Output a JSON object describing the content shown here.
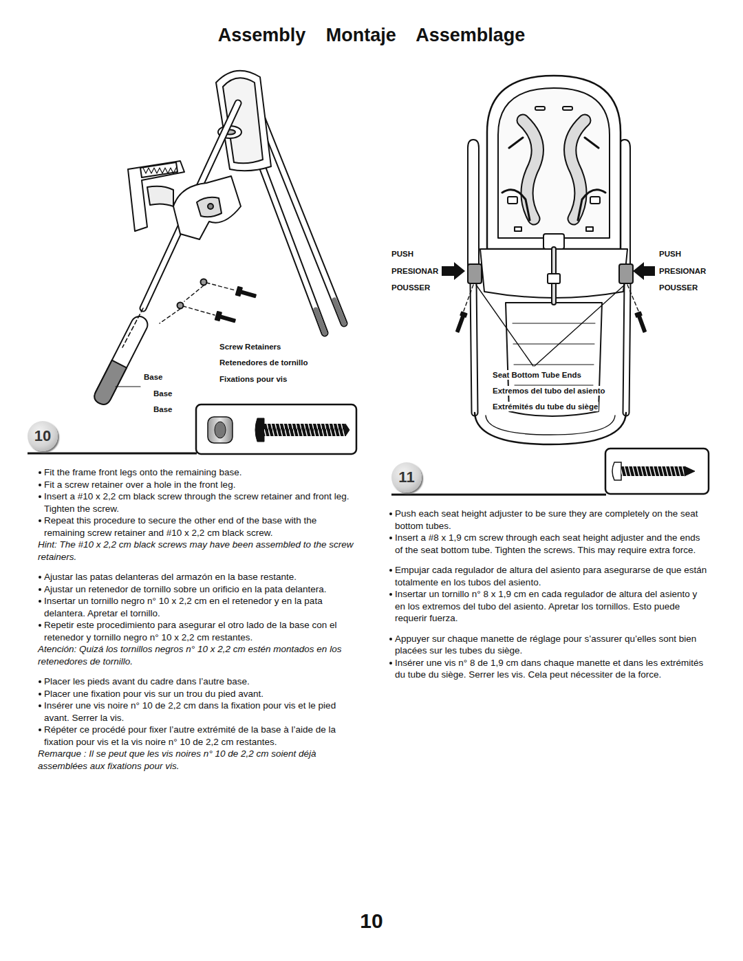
{
  "diagram": {
    "title": "Assembly Montaje Assemblage",
    "nodes": [
      {
        "text": [
          "10"
        ]
      },
      {
        "text": [
          "11"
        ]
      }
    ],
    "labels": [
      "Screw Retainers",
      "Retenedores de tornillo",
      "Fixations pour vis",
      "Base",
      "Base",
      "Base",
      "PUSH",
      "PRESIONAR",
      "POUSSER",
      "PUSH",
      "PRESIONAR",
      "POUSSER",
      "Seat Bottom Tube Ends",
      "Extremos del tubo del asiento",
      "Extrémités du tube du siège",
      "Fit the frame front legs onto the remaining base.",
      "Fit a screw retainer over a hole in the front leg.",
      "Insert a #10 x 2,2 cm black screw through the screw retainer and front leg. Tighten the screw.",
      "Repeat this procedure to secure the other end of the base with the remaining screw retainer and #10 x 2,2 cm black screw.",
      "Hint: The #10 x 2,2 cm black screws may have been assembled to the screw retainers.",
      "Ajustar las patas delanteras del armazón en la base restante.",
      "Ajustar un retenedor de tornillo sobre un orificio en la pata delantera.",
      "Insertar un tornillo negro n° 10 x 2,2 cm en el retenedor y en la pata delantera. Apretar el tornillo.",
      "Repetir este procedimiento para asegurar el otro lado de la base con el retenedor y tornillo negro n° 10 x 2,2 cm restantes.",
      "Atención: Quizá los tornillos negros n° 10 x 2,2 cm estén montados en los retenedores de tornillo.",
      "Placer les pieds avant du cadre dans l’autre base.",
      "Placer une fixation pour vis sur un trou du pied avant.",
      "Insérer une vis noire n° 10 de 2,2 cm dans la fixation pour vis et le pied avant. Serrer la vis.",
      "Répéter ce procédé pour fixer l’autre extrémité de la base à l’aide de la fixation pour vis et la vis noire n° 10 de 2,2 cm restantes.",
      "Remarque : Il se peut que les vis noires n° 10 de 2,2 cm soient déjà assemblées aux fixations pour vis.",
      "Push each seat height adjuster to be sure they are completely on the seat bottom tubes.",
      "Insert a #8 x 1,9 cm screw through each seat height adjuster and the ends of the seat bottom tube. Tighten the screws. This may require extra force.",
      "Empujar cada regulador de altura del asiento para asegurarse de que están totalmente en los tubos del asiento.",
      "Insertar un tornillo n° 8 x 1,9 cm en cada regulador de altura del asiento y en los extremos del tubo del asiento. Apretar los tornillos. Esto puede requerir fuerza.",
      "Appuyer sur chaque manette de réglage pour s’assurer qu’elles sont bien placées sur les tubes du siège.",
      "Insérer une vis n° 8 de 1,9 cm dans chaque manette et dans les extrémités du tube du siège. Serrer les vis. Cela peut nécessiter de la force.",
      "10"
    ]
  }
}
